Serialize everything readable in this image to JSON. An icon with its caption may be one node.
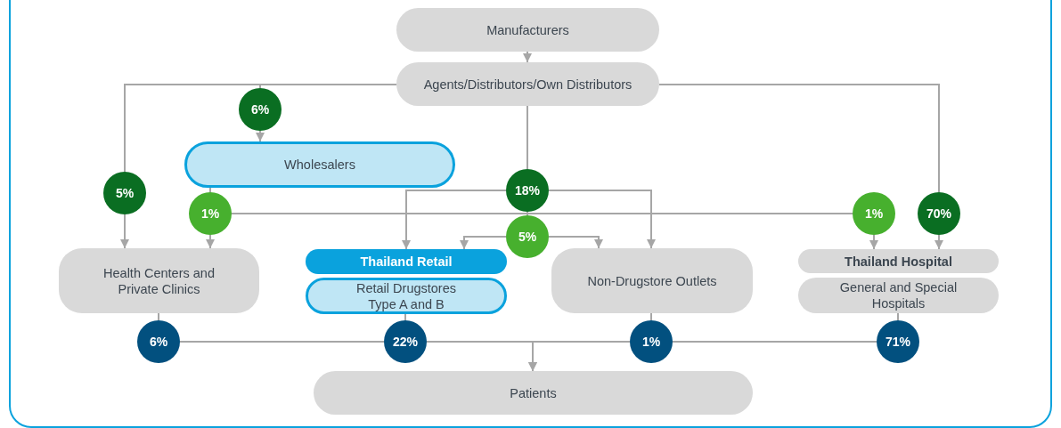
{
  "diagram": {
    "nodes": [
      {
        "text": [
          "Manufacturers"
        ]
      },
      {
        "text": [
          "Agents/Distributors/Own Distributors"
        ]
      },
      {
        "text": [
          "6%"
        ]
      },
      {
        "text": [
          "Wholesalers"
        ]
      },
      {
        "text": [
          "5%"
        ]
      },
      {
        "text": [
          "1%"
        ]
      },
      {
        "text": [
          "18%"
        ]
      },
      {
        "text": [
          "5%"
        ]
      },
      {
        "text": [
          "1%"
        ]
      },
      {
        "text": [
          "70%"
        ]
      },
      {
        "text": [
          "Health Centers and Private Clinics"
        ]
      },
      {
        "text": [
          "Thailand Retail"
        ]
      },
      {
        "text": [
          "Retail Drugstores Type A and B"
        ]
      },
      {
        "text": [
          "Non-Drugstore Outlets"
        ]
      },
      {
        "text": [
          "Thailand Hospital"
        ]
      },
      {
        "text": [
          "General and Special Hospitals"
        ]
      },
      {
        "text": [
          "6%"
        ]
      },
      {
        "text": [
          "22%"
        ]
      },
      {
        "text": [
          "1%"
        ]
      },
      {
        "text": [
          "71%"
        ]
      },
      {
        "text": [
          "Patients"
        ]
      }
    ],
    "edges": [
      {
        "from": 0,
        "to": 1,
        "arrow": "to"
      },
      {
        "from": 1,
        "to": 2,
        "arrow": "none"
      },
      {
        "from": 2,
        "to": 3,
        "arrow": "to"
      },
      {
        "from": 1,
        "to": 4,
        "arrow": "none"
      },
      {
        "from": 4,
        "to": 10,
        "arrow": "to"
      },
      {
        "from": 3,
        "to": 5,
        "arrow": "none"
      },
      {
        "from": 5,
        "to": 10,
        "arrow": "to"
      },
      {
        "from": 5,
        "to": 8,
        "arrow": "none"
      },
      {
        "from": 8,
        "to": 14,
        "arrow": "to"
      },
      {
        "from": 1,
        "to": 9,
        "arrow": "none"
      },
      {
        "from": 9,
        "to": 14,
        "arrow": "to"
      },
      {
        "from": 1,
        "to": 6,
        "arrow": "none"
      },
      {
        "from": 6,
        "to": 11,
        "arrow": "to"
      },
      {
        "from": 6,
        "to": 13,
        "arrow": "to"
      },
      {
        "from": 6,
        "to": 7,
        "arrow": "none"
      },
      {
        "from": 7,
        "to": 11,
        "arrow": "to"
      },
      {
        "from": 7,
        "to": 13,
        "arrow": "to"
      },
      {
        "from": 10,
        "to": 16,
        "arrow": "none"
      },
      {
        "from": 12,
        "to": 17,
        "arrow": "none"
      },
      {
        "from": 13,
        "to": 18,
        "arrow": "none"
      },
      {
        "from": 15,
        "to": 19,
        "arrow": "none"
      },
      {
        "from": 16,
        "to": 17,
        "arrow": "none"
      },
      {
        "from": 17,
        "to": 20,
        "arrow": "to"
      },
      {
        "from": 18,
        "to": 20,
        "arrow": "to"
      },
      {
        "from": 19,
        "to": 18,
        "arrow": "none"
      }
    ]
  }
}
